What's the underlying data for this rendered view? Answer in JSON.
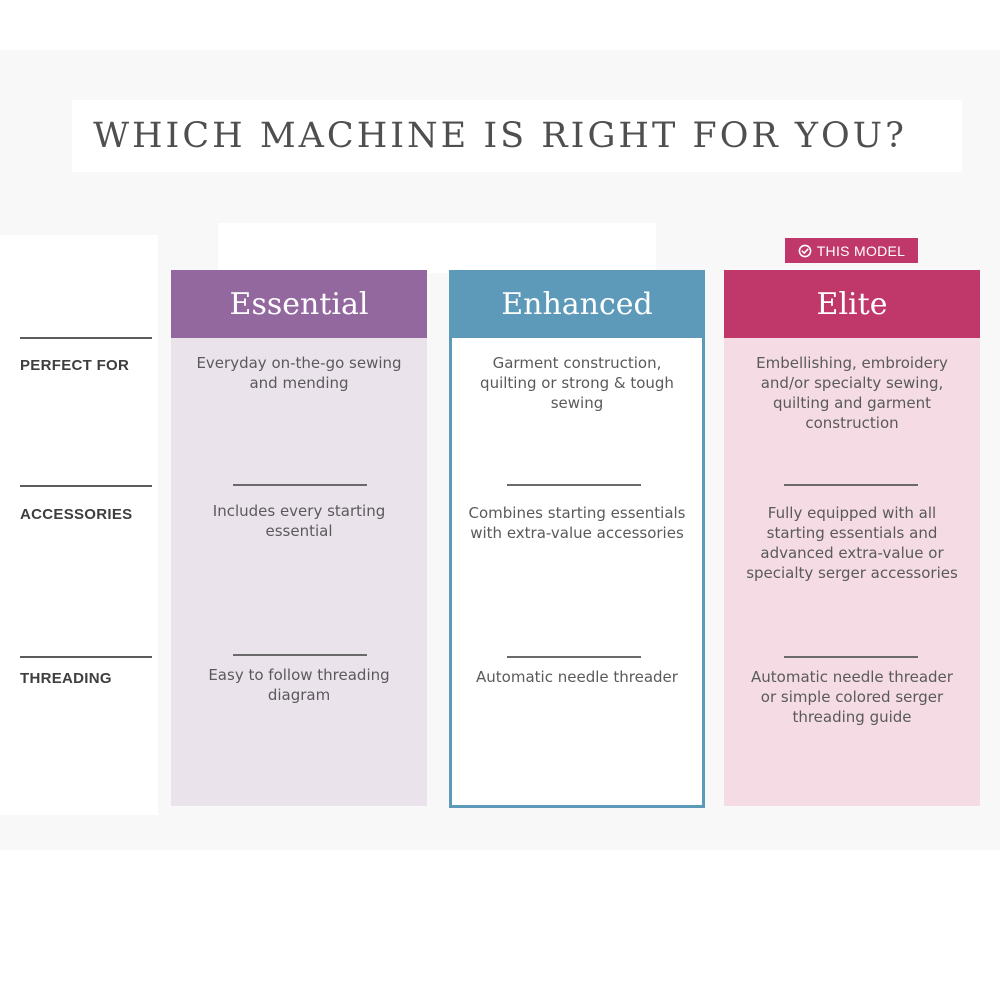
{
  "title": "WHICH MACHINE IS RIGHT FOR YOU?",
  "badge": {
    "label": "THIS MODEL",
    "icon": "check-circle-icon"
  },
  "row_labels": [
    "PERFECT FOR",
    "ACCESSORIES",
    "THREADING"
  ],
  "columns": [
    {
      "name": "Essential",
      "header_color": "#93689e",
      "body_color": "#ebe3ec",
      "cells": [
        "Everyday on-the-go sewing and mending",
        "Includes every starting essential",
        "Easy to follow threading diagram"
      ]
    },
    {
      "name": "Enhanced",
      "header_color": "#5d99b8",
      "body_color": "#ffffff",
      "cells": [
        "Garment construction, quilting or strong & tough sewing",
        "Combines starting essentials with extra-value accessories",
        "Automatic needle threader"
      ]
    },
    {
      "name": "Elite",
      "header_color": "#c0386a",
      "body_color": "#f5dbe4",
      "cells": [
        "Embellishing, embroidery and/or specialty sewing, quilting and garment construction",
        "Fully equipped with all starting essentials and advanced extra-value or specialty serger accessories",
        "Automatic needle threader or simple colored serger threading guide"
      ]
    }
  ]
}
